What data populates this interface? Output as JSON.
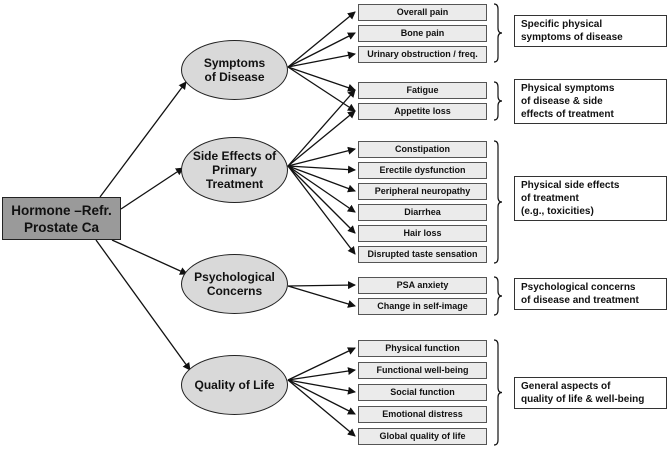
{
  "root": {
    "lines": [
      "Hormone –Refr.",
      "Prostate Ca"
    ]
  },
  "domains": [
    {
      "lines": [
        "Symptoms",
        "of Disease"
      ],
      "items": [
        "Overall pain",
        "Bone pain",
        "Urinary obstruction / freq.",
        "Fatigue",
        "Appetite loss"
      ]
    },
    {
      "lines": [
        "Side Effects of",
        "Primary",
        "Treatment"
      ],
      "items": [
        "Fatigue",
        "Appetite loss",
        "Constipation",
        "Erectile dysfunction",
        "Peripheral neuropathy",
        "Diarrhea",
        "Hair loss",
        "Disrupted taste sensation"
      ]
    },
    {
      "lines": [
        "Psychological",
        "Concerns"
      ],
      "items": [
        "PSA anxiety",
        "Change in self-image"
      ]
    },
    {
      "lines": [
        "Quality of Life"
      ],
      "items": [
        "Physical function",
        "Functional well-being",
        "Social function",
        "Emotional distress",
        "Global quality of life"
      ]
    }
  ],
  "item_list": [
    "Overall pain",
    "Bone pain",
    "Urinary obstruction / freq.",
    "Fatigue",
    "Appetite loss",
    "Constipation",
    "Erectile dysfunction",
    "Peripheral neuropathy",
    "Diarrhea",
    "Hair loss",
    "Disrupted taste sensation",
    "PSA anxiety",
    "Change in self-image",
    "Physical function",
    "Functional well-being",
    "Social function",
    "Emotional distress",
    "Global quality of life"
  ],
  "categories": [
    {
      "lines": [
        "Specific physical",
        "symptoms of disease"
      ]
    },
    {
      "lines": [
        "Physical symptoms",
        "of disease & side",
        "effects of treatment"
      ]
    },
    {
      "lines": [
        "Physical side effects",
        "of treatment",
        "(e.g., toxicities)"
      ]
    },
    {
      "lines": [
        "Psychological concerns",
        "of disease and treatment"
      ]
    },
    {
      "lines": [
        "General aspects of",
        "quality of life & well-being"
      ]
    }
  ]
}
